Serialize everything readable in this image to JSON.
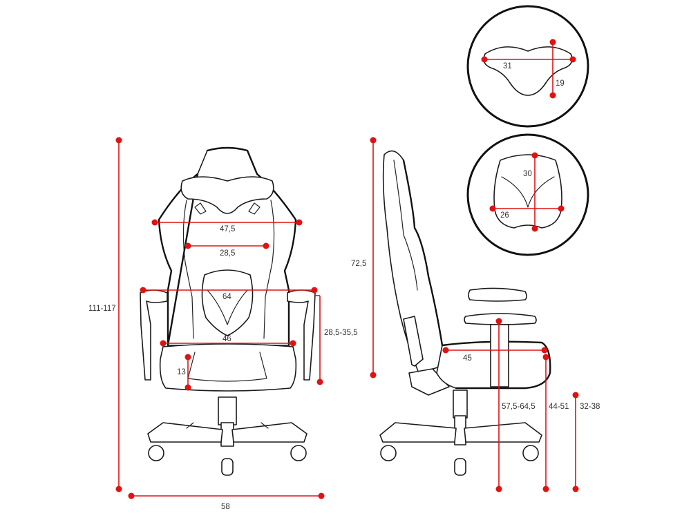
{
  "colors": {
    "dimension": "#e01212",
    "outline": "#1a1a1a",
    "label": "#333333"
  },
  "front_view": {
    "total_height": "111-117",
    "backrest_top_width": "47,5",
    "backrest_inner_width": "28,5",
    "armrest_span": "64",
    "seat_width": "46",
    "armrest_height_range": "28,5-35,5",
    "seat_cushion_depth": "13",
    "base_width": "58"
  },
  "side_view": {
    "backrest_height": "72,5",
    "seat_depth": "45",
    "armrest_floor_height": "57,5-64,5",
    "seat_height": "44-51",
    "gas_lift_range": "32-38"
  },
  "headrest_detail": {
    "width": "31",
    "height": "19"
  },
  "lumbar_detail": {
    "height": "30",
    "width": "26"
  }
}
